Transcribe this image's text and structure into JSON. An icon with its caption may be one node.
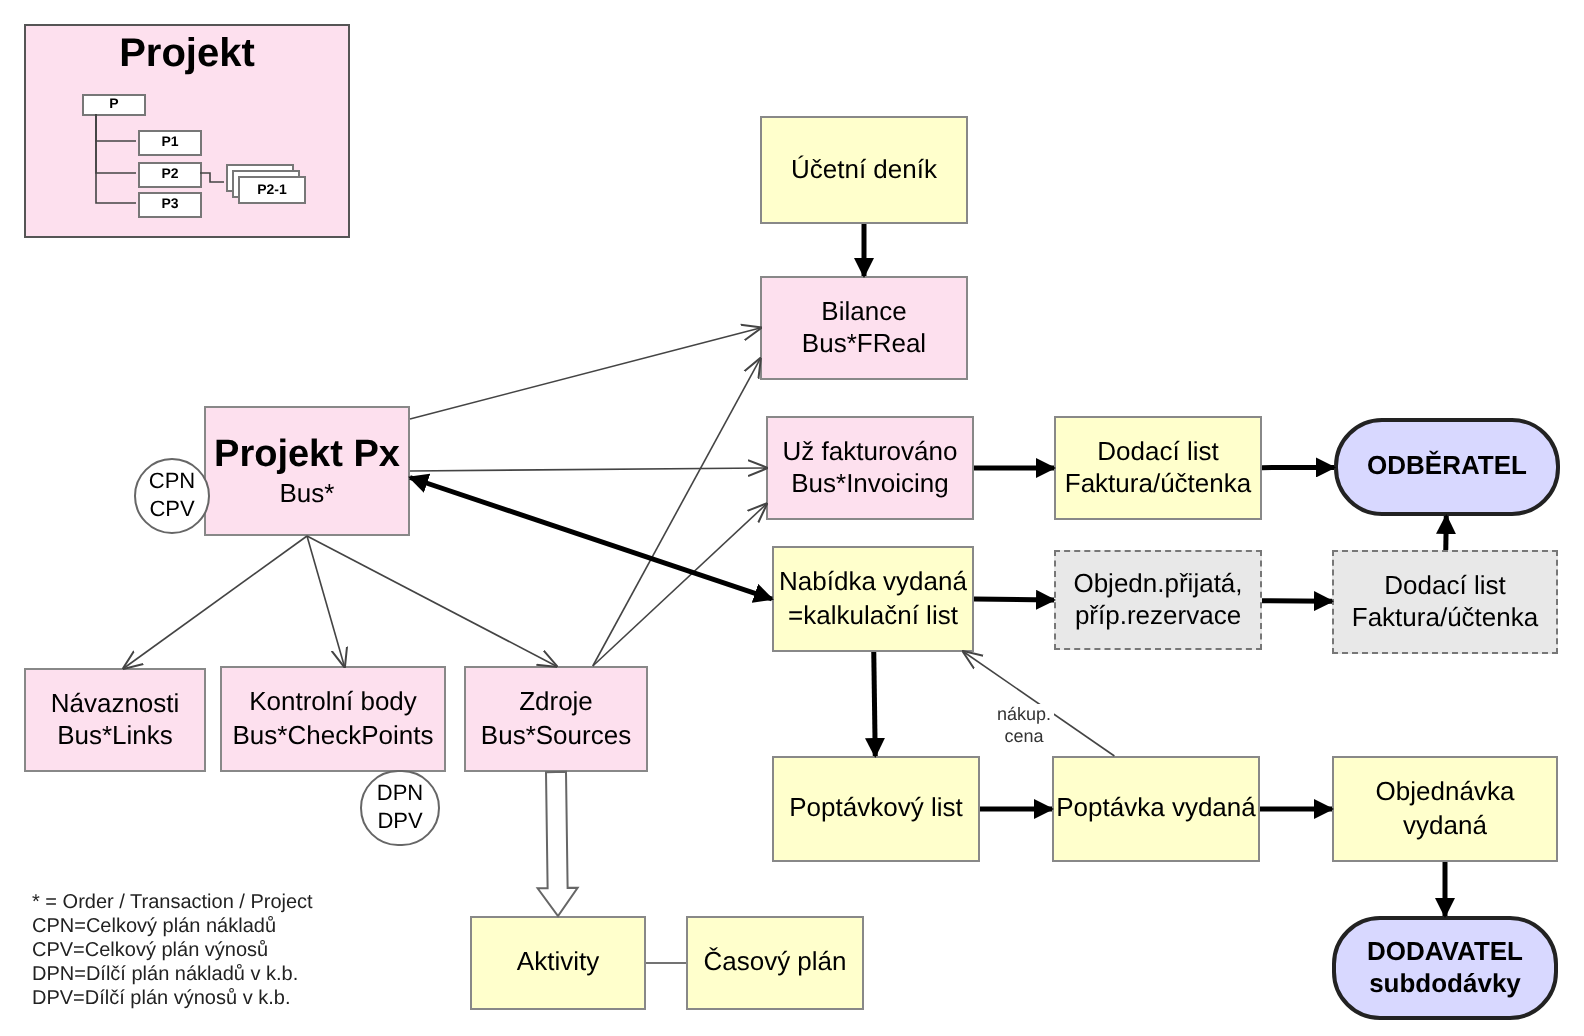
{
  "diagram": {
    "nodes": [
      {
        "text": [
          "Projekt"
        ]
      },
      {
        "text": [
          "P"
        ],
        "in": 0
      },
      {
        "text": [
          "P1"
        ],
        "in": 0
      },
      {
        "text": [
          "P2"
        ],
        "in": 0
      },
      {
        "text": [
          "P3"
        ],
        "in": 0
      },
      {
        "text": [
          "P2-1"
        ],
        "in": 0
      },
      {
        "text": [
          "Účetní deník"
        ]
      },
      {
        "text": [
          "Bilance Bus*FReal"
        ]
      },
      {
        "text": [
          "Projekt Px",
          "Bus*"
        ]
      },
      {
        "text": [
          "CPN CPV"
        ]
      },
      {
        "text": [
          "Už fakturováno Bus*Invoicing"
        ]
      },
      {
        "text": [
          "Dodací list Faktura/účtenka"
        ]
      },
      {
        "text": [
          "ODBĚRATEL"
        ]
      },
      {
        "text": [
          "Nabídka vydaná =kalkulační list"
        ]
      },
      {
        "text": [
          "Objedn.přijatá, příp.rezervace"
        ]
      },
      {
        "text": [
          "Dodací list Faktura/účtenka"
        ]
      },
      {
        "text": [
          "Návaznosti Bus*Links"
        ]
      },
      {
        "text": [
          "Kontrolní body Bus*CheckPoints"
        ]
      },
      {
        "text": [
          "Zdroje Bus*Sources"
        ]
      },
      {
        "text": [
          "DPN DPV"
        ]
      },
      {
        "text": [
          "Poptávkový list"
        ]
      },
      {
        "text": [
          "Poptávka vydaná"
        ]
      },
      {
        "text": [
          "Objednávka vydaná"
        ]
      },
      {
        "text": [
          "DODAVATEL",
          "subdodávky"
        ]
      },
      {
        "text": [
          "Aktivity"
        ]
      },
      {
        "text": [
          "Časový plán"
        ]
      }
    ],
    "edges": [
      {
        "from": 1,
        "to": 2,
        "arrow": "none"
      },
      {
        "from": 1,
        "to": 3,
        "arrow": "none"
      },
      {
        "from": 1,
        "to": 4,
        "arrow": "none"
      },
      {
        "from": 3,
        "to": 5,
        "arrow": "none"
      },
      {
        "from": 6,
        "to": 7,
        "arrow": "to",
        "style": "thick"
      },
      {
        "from": 8,
        "to": 7,
        "arrow": "to"
      },
      {
        "from": 18,
        "to": 7,
        "arrow": "to"
      },
      {
        "from": 8,
        "to": 10,
        "arrow": "to"
      },
      {
        "from": 18,
        "to": 10,
        "arrow": "to"
      },
      {
        "from": 8,
        "to": 13,
        "arrow": "both",
        "style": "thick"
      },
      {
        "from": 8,
        "to": 16,
        "arrow": "to"
      },
      {
        "from": 8,
        "to": 17,
        "arrow": "to"
      },
      {
        "from": 8,
        "to": 18,
        "arrow": "to"
      },
      {
        "from": 10,
        "to": 11,
        "arrow": "to",
        "style": "thick"
      },
      {
        "from": 11,
        "to": 12,
        "arrow": "to",
        "style": "thick"
      },
      {
        "from": 13,
        "to": 14,
        "arrow": "to",
        "style": "thick"
      },
      {
        "from": 14,
        "to": 15,
        "arrow": "to",
        "style": "thick"
      },
      {
        "from": 15,
        "to": 12,
        "arrow": "to",
        "style": "thick"
      },
      {
        "from": 13,
        "to": 20,
        "arrow": "to",
        "style": "thick"
      },
      {
        "from": 20,
        "to": 21,
        "arrow": "to",
        "style": "thick"
      },
      {
        "from": 21,
        "to": 22,
        "arrow": "to",
        "style": "thick"
      },
      {
        "from": 22,
        "to": 23,
        "arrow": "to",
        "style": "thick"
      },
      {
        "from": 21,
        "to": 13,
        "arrow": "to",
        "label": "nákup. cena"
      },
      {
        "from": 18,
        "to": 24,
        "arrow": "to",
        "style": "thick"
      },
      {
        "from": 24,
        "to": 25,
        "arrow": "none"
      }
    ],
    "labels": [
      "* = Order / Transaction / Project",
      "CPN=Celkový plán nákladů",
      "CPV=Celkový plán výnosů",
      "DPN=Dílčí plán nákladů v k.b.",
      "DPV=Dílčí plán výnosů v k.b."
    ]
  }
}
